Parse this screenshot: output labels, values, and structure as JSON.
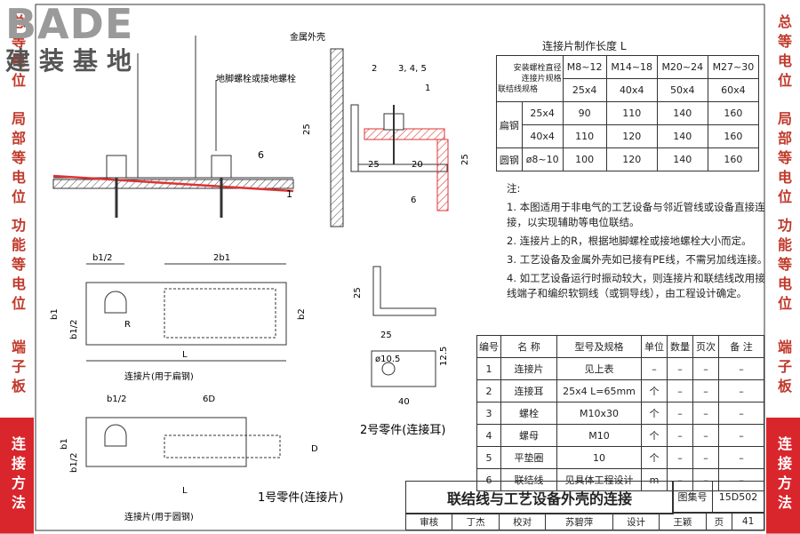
{
  "logo": {
    "brand": "BADE",
    "subtitle": "建装基地"
  },
  "left_tabs": [
    {
      "label": "总等电位",
      "active": false
    },
    {
      "label": "局部等电位",
      "active": false
    },
    {
      "label": "功能等电位",
      "active": false
    },
    {
      "label": "端子板",
      "active": false
    },
    {
      "label": "连接方法",
      "active": true
    }
  ],
  "right_tabs": [
    {
      "label": "总等电位",
      "active": false
    },
    {
      "label": "局部等电位",
      "active": false
    },
    {
      "label": "功能等电位",
      "active": false
    },
    {
      "label": "端子板",
      "active": false
    },
    {
      "label": "连接方法",
      "active": true
    }
  ],
  "drawing": {
    "metal_shell": "金属外壳",
    "anchor_bolt": "地脚螺栓或接地螺栓",
    "callout_1": "1",
    "callout_2": "2",
    "callout_345": "3, 4, 5",
    "callout_6": "6",
    "dim_25": "25",
    "dim_20": "20",
    "b1_2": "b1/2",
    "b1": "b1",
    "b2": "b2",
    "2b1": "2b1",
    "6D": "6D",
    "D": "D",
    "L": "L",
    "R": "R",
    "phi": "ø10.5",
    "dim_40": "40",
    "dim_12_5": "12.5",
    "part1_flat": "连接片(用于扁钢)",
    "part1_round": "连接片(用于圆钢)",
    "part1_title": "1号零件(连接片)",
    "part2_title": "2号零件(连接耳)"
  },
  "length_table": {
    "title": "连接片制作长度 L",
    "corner_top": "安装螺栓直径",
    "corner_mid": "连接片规格",
    "corner_bottom": "联结线规格",
    "bolt_sizes": [
      "M8~12",
      "M14~18",
      "M20~24",
      "M27~30"
    ],
    "plate_sizes": [
      "25x4",
      "40x4",
      "50x4",
      "60x4"
    ],
    "rows": [
      {
        "group": "扁钢",
        "spec": "25x4",
        "values": [
          "90",
          "110",
          "140",
          "160"
        ]
      },
      {
        "group": "",
        "spec": "40x4",
        "values": [
          "110",
          "120",
          "140",
          "160"
        ]
      },
      {
        "group": "圆钢",
        "spec": "ø8~10",
        "values": [
          "100",
          "120",
          "140",
          "160"
        ]
      }
    ]
  },
  "notes": {
    "heading": "注:",
    "items": [
      "1. 本图适用于非电气的工艺设备与邻近管线或设备直接连接，以实现辅助等电位联结。",
      "2. 连接片上的R，根据地脚螺栓或接地螺栓大小而定。",
      "3. 工艺设备及金属外壳如已接有PE线，不需另加线连接。",
      "4. 如工艺设备运行时振动较大，则连接片和联结线改用接线端子和编织软铜线（或铜导线），由工程设计确定。"
    ]
  },
  "bom": {
    "headers": [
      "编号",
      "名 称",
      "型号及规格",
      "单位",
      "数量",
      "页次",
      "备 注"
    ],
    "rows": [
      [
        "1",
        "连接片",
        "见上表",
        "–",
        "–",
        "–",
        "–"
      ],
      [
        "2",
        "连接耳",
        "25x4  L=65mm",
        "个",
        "–",
        "–",
        "–"
      ],
      [
        "3",
        "螺栓",
        "M10x30",
        "个",
        "–",
        "–",
        "–"
      ],
      [
        "4",
        "螺母",
        "M10",
        "个",
        "–",
        "–",
        "–"
      ],
      [
        "5",
        "平垫圈",
        "10",
        "个",
        "–",
        "–",
        "–"
      ],
      [
        "6",
        "联结线",
        "见具体工程设计",
        "m",
        "–",
        "–",
        "–"
      ]
    ]
  },
  "title_block": {
    "title": "联结线与工艺设备外壳的连接",
    "atlas_label": "图集号",
    "atlas_no": "15D502",
    "review": "审核",
    "reviewer": "丁杰",
    "check": "校对",
    "checker": "苏碧萍",
    "design": "设计",
    "designer": "王颖",
    "page_label": "页",
    "page_no": "41"
  }
}
